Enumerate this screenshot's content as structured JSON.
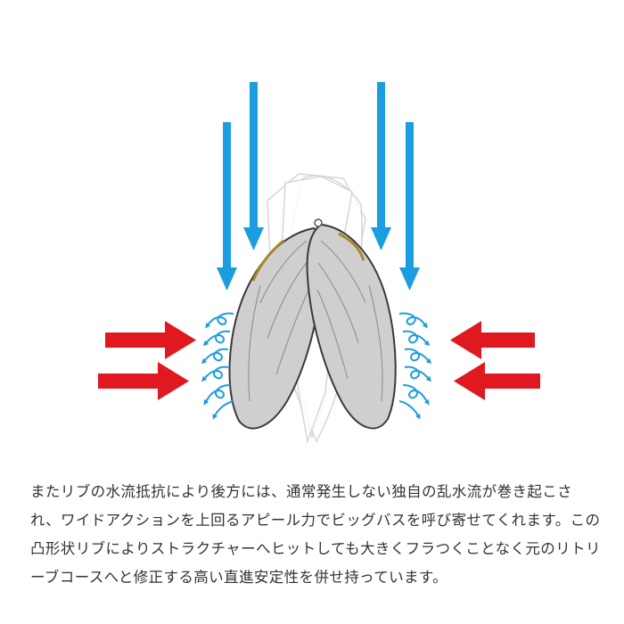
{
  "colors": {
    "water_flow": "#1a9ee0",
    "pressure": "#e01820",
    "lure_body": "#cfcfcf",
    "caption_text": "#333333"
  },
  "icons": [
    "down-arrow",
    "left-arrow",
    "right-arrow",
    "turbulence-swirl"
  ],
  "caption": {
    "text": "またリブの水流抵抗により後方には、通常発生しない独自の乱水流が巻き起こされ、ワイドアクションを上回るアピール力でビッグバスを呼び寄せてくれます。この凸形状リブによりストラクチャーへヒットしても大きくフラつくことなく元のリトリーブコースへと修正する高い直進安定性を併せ持っています。"
  }
}
